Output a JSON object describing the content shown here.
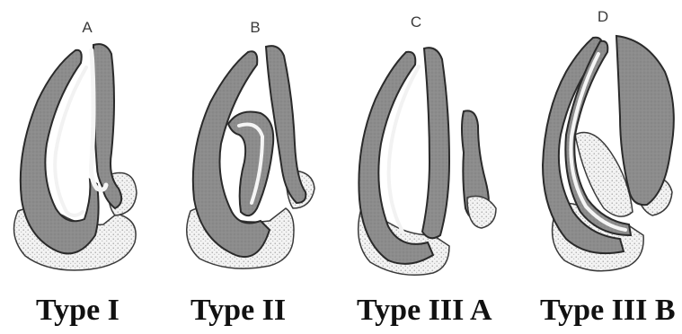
{
  "panels": [
    {
      "letter": "A",
      "label": "Type I"
    },
    {
      "letter": "B",
      "label": "Type II"
    },
    {
      "letter": "C",
      "label": "Type III A"
    },
    {
      "letter": "D",
      "label": "Type III B"
    }
  ],
  "colors": {
    "dentin": "#8f8f8f",
    "outline": "#2a2a2a",
    "cementum": "#ececec",
    "pulp": "#f7f7f7"
  }
}
